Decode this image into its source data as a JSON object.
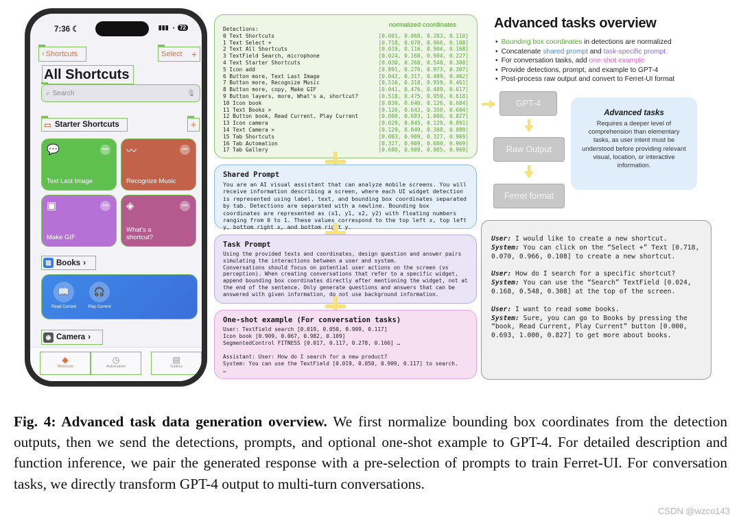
{
  "phone": {
    "time": "7:36",
    "battery": "72",
    "back_label": "Shortcuts",
    "select_label": "Select",
    "page_title": "All Shortcuts",
    "search_placeholder": "Search",
    "section_title": "Starter Shortcuts",
    "tiles": [
      {
        "label": "Text Last Image",
        "color": "#5fbf4f"
      },
      {
        "label": "Recognize Music",
        "color": "#c2624a"
      },
      {
        "label": "Make GIF",
        "color": "#b671d6"
      },
      {
        "label": "What's a\nshortcut?",
        "color": "#b45a8e"
      }
    ],
    "books_label": "Books",
    "books_items": [
      "Read Current",
      "Play Current"
    ],
    "camera_label": "Camera",
    "tabs": [
      "Shortcuts",
      "Automation",
      "Gallery"
    ]
  },
  "detections": {
    "header": "Detections:",
    "normalized_label": "normalized coordinates",
    "items": [
      {
        "text": "0 Text Shortcuts",
        "coords": "[0.001, 0.068, 0.283, 0.110]"
      },
      {
        "text": "1 Text Select +",
        "coords": "[0.718, 0.070, 0.966, 0.108]"
      },
      {
        "text": "2 Text All Shortcuts",
        "coords": "[0.019, 0.116, 0.504, 0.168]"
      },
      {
        "text": "3 TextField Search, microphone",
        "coords": "[0.024, 0.168, 0.984, 0.227]"
      },
      {
        "text": "4 Text Starter Shortcuts",
        "coords": "[0.030, 0.268, 0.548, 0.308]"
      },
      {
        "text": "5 Icon add",
        "coords": "[0.891, 0.270, 0.973, 0.307]"
      },
      {
        "text": "6 Button more, Text Last Image",
        "coords": "[0.042, 0.317, 0.489, 0.462]"
      },
      {
        "text": "7 Button more, Recognize Music",
        "coords": "[0.516, 0.318, 0.959, 0.461]"
      },
      {
        "text": "8 Button more, copy, Make GIF",
        "coords": "[0.041, 0.476, 0.489, 0.617]"
      },
      {
        "text": "9 Button layers, more, What's a, shortcut?",
        "coords": "[0.518, 0.475, 0.959, 0.618]"
      },
      {
        "text": "10 Icon book",
        "coords": "[0.030, 0.640, 0.126, 0.684]"
      },
      {
        "text": "11 Text Books >",
        "coords": "[0.126, 0.643, 0.350, 0.684]"
      },
      {
        "text": "12 Button book, Read Current, Play Current",
        "coords": "[0.000, 0.693, 1.000, 0.827]"
      },
      {
        "text": "13 Icon camera",
        "coords": "[0.029, 0.845, 0.129, 0.891]"
      },
      {
        "text": "14 Text Camera >",
        "coords": "[0.129, 0.849, 0.388, 0.889]"
      },
      {
        "text": "15 Tab Shortcuts",
        "coords": "[0.003, 0.909, 0.327, 0.969]"
      },
      {
        "text": "16 Tab Automation",
        "coords": "[0.327, 0.909, 0.680, 0.969]"
      },
      {
        "text": "17 Tab Gallery",
        "coords": "[0.680, 0.909, 0.985, 0.969]"
      }
    ]
  },
  "shared_prompt": {
    "title": "Shared Prompt",
    "body": "You are an AI visual assistant that can analyze mobile screens. You will receive information describing a screen, where each UI widget detection is represented using label, text, and bounding box coordinates separated by tab. Detections are separated with a newline. Bounding box coordinates are represented as (x1, y1, x2, y2) with floating numbers ranging from 0 to 1. These values correspond to the top left x, top left y, bottom right x, and bottom right y."
  },
  "task_prompt": {
    "title": "Task Prompt",
    "body": "Using the provided texts and coordinates, design question and answer pairs simulating the interactions between a user and system.\nConversations should focus on potential user actions on the screen (vs perception). When creating conversations that refer to a specific widget, append bounding box coordinates directly after mentioning the widget, not at the end of the sentence. Only generate questions and answers that can be answered with given information, do not use background information."
  },
  "oneshot": {
    "title": "One-shot example (For conversation tasks)",
    "body": "User: TextField search [0.019, 0.050, 0.909, 0.117]\nIcon book [0.909, 0.067, 0.982, 0.109]\nSegmentedControl FITNESS [0.017, 0.117, 0.278, 0.166] …\n\nAssistant: User: How do I search for a new product?\nSystem: You can use the TextField [0.019, 0.050, 0.909, 0.117] to search.\n…"
  },
  "overview": {
    "title": "Advanced tasks overview",
    "bullets": [
      {
        "pre": "",
        "hl": "Bounding box coordinates",
        "mid": " in detections are normalized",
        "hl2": "",
        "post": ""
      },
      {
        "pre": "Concatenate ",
        "hl": "shared prompt",
        "mid": " and ",
        "hl2": "task-specific prompt",
        "post": ""
      },
      {
        "pre": "For conversation tasks, add ",
        "hl": "one-shot example",
        "mid": "",
        "hl2": "",
        "post": ""
      },
      {
        "pre": "Provide detections, prompt, and example to GPT-4",
        "hl": "",
        "mid": "",
        "hl2": "",
        "post": ""
      },
      {
        "pre": "Post-process raw output and convert to Ferret-UI format",
        "hl": "",
        "mid": "",
        "hl2": "",
        "post": ""
      }
    ],
    "colors": {
      "green": "#4fae2c",
      "blue": "#3f8fd8",
      "purple": "#8c6cd0",
      "pink": "#e065c8"
    }
  },
  "flow": {
    "gpt4": "GPT-4",
    "raw_output": "Raw Output",
    "ferret_format": "Ferret format"
  },
  "advanced": {
    "title": "Advanced tasks",
    "body": "Requires a deeper level of comprehension than elementary tasks, as user intent must be understood before providing relevant visual, location, or interactive information."
  },
  "conversation": [
    {
      "user": "I would like to create a new shortcut.",
      "system": "You can click on the “Select +” Text [0.718, 0.070, 0.966, 0.108] to create a new shortcut."
    },
    {
      "user": "How do I search for a specific shortcut?",
      "system": "You can use the “Search” TextField [0.024, 0.168, 0.548, 0.308] at the top of the screen."
    },
    {
      "user": "I want to read some books.",
      "system": "Sure, you can go to Books by pressing the “book, Read Current, Play Current” button [0.000, 0.693, 1.000, 0.827] to get more about books."
    }
  ],
  "conversation_labels": {
    "user": "User:",
    "system": "System:"
  },
  "caption": {
    "lead": "Fig. 4: Advanced task data generation overview.",
    "text": " We first normalize bounding box coordinates from the detection outputs, then we send the detections, prompts, and optional one-shot example to GPT-4. For detailed description and function inference, we pair the generated response with a pre-selection of prompts to train Ferret-UI. For conversation tasks, we directly transform GPT-4 output to multi-turn conversations."
  },
  "watermark": "CSDN @wzco143"
}
